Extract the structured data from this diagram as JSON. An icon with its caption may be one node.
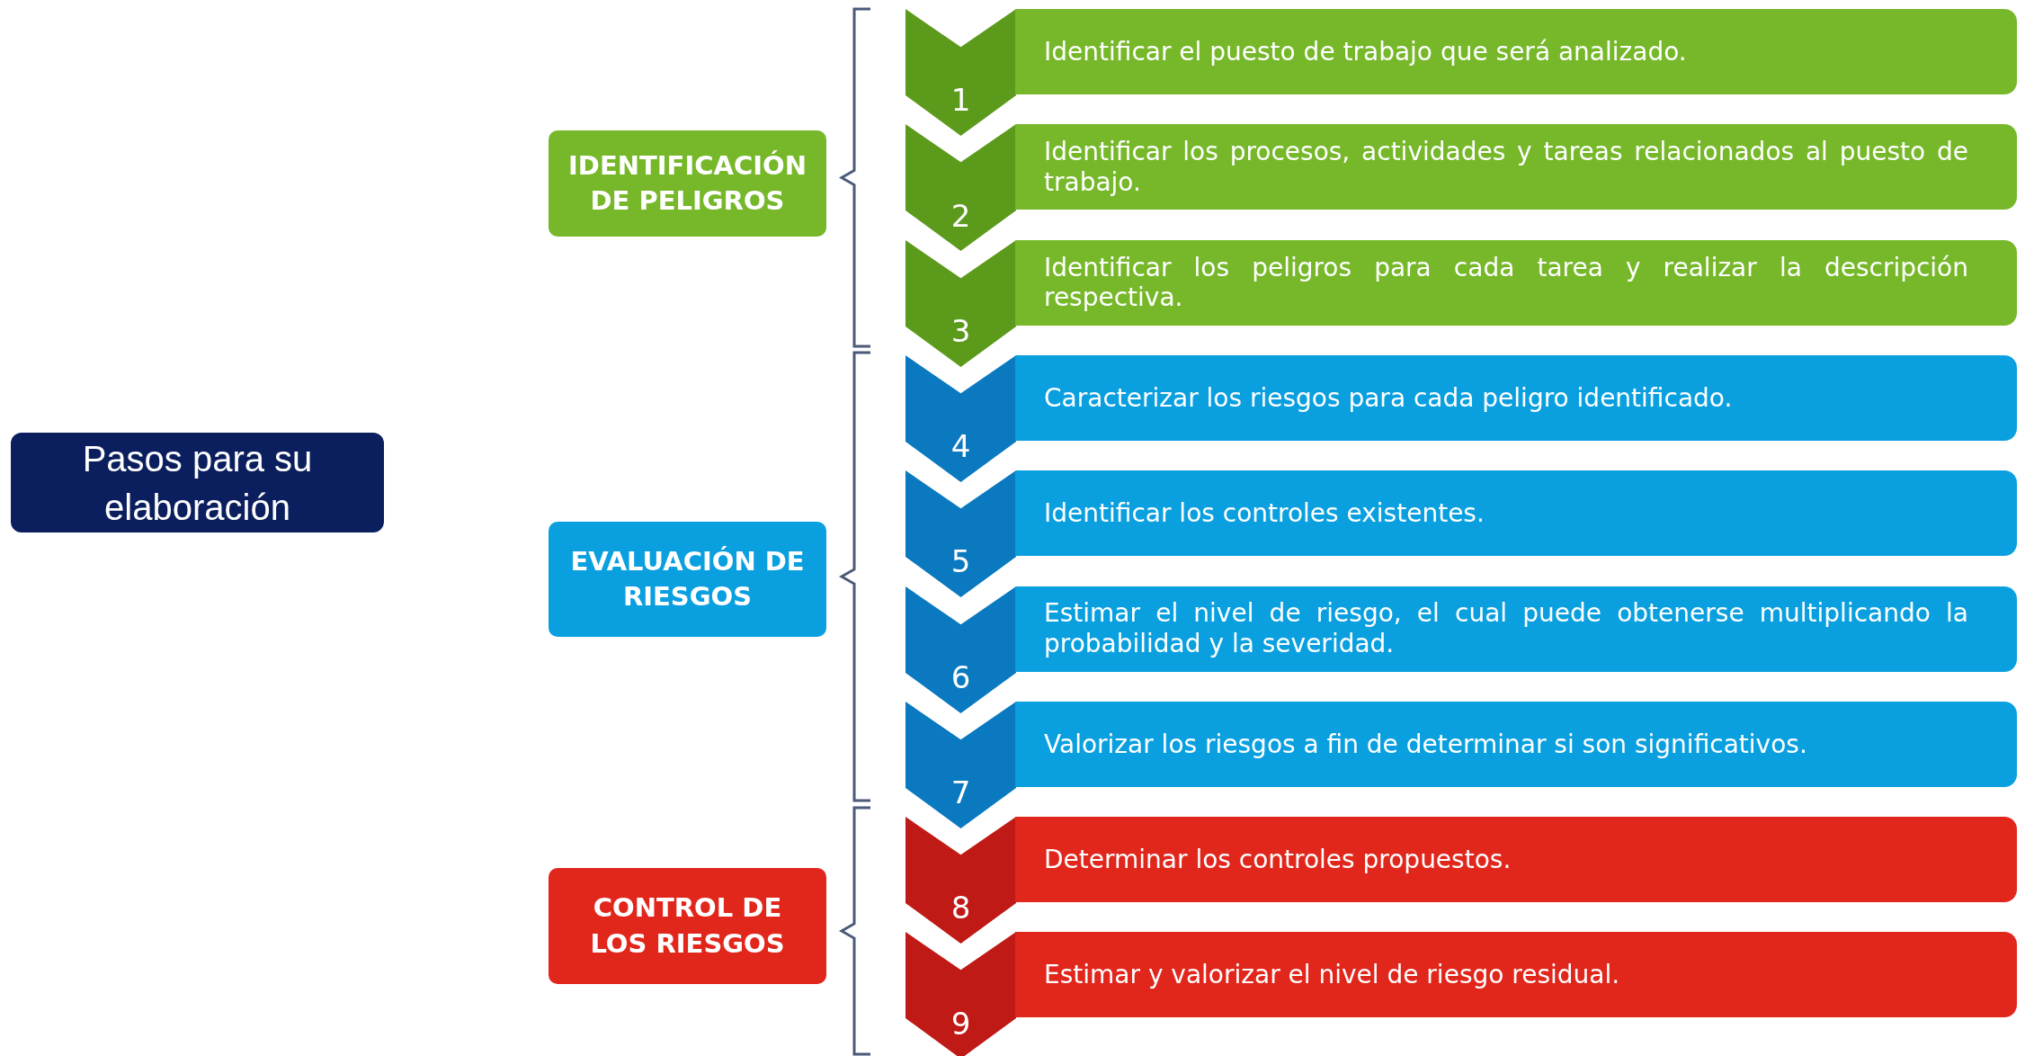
{
  "diagram": {
    "nodes": [
      {
        "text": [
          "Pasos para su elaboración"
        ]
      },
      {
        "text": [
          "IDENTIFICACIÓN DE PELIGROS"
        ]
      },
      {
        "text": [
          "1"
        ]
      },
      {
        "text": [
          "Identificar el puesto de trabajo que será analizado."
        ]
      },
      {
        "text": [
          "2"
        ]
      },
      {
        "text": [
          "Identificar los procesos, actividades y tareas relacionados al puesto de trabajo."
        ]
      },
      {
        "text": [
          "3"
        ]
      },
      {
        "text": [
          "Identificar los peligros para cada tarea y realizar la descripción respectiva."
        ]
      },
      {
        "text": [
          "EVALUACIÓN DE RIESGOS"
        ]
      },
      {
        "text": [
          "4"
        ]
      },
      {
        "text": [
          "Caracterizar los riesgos para cada peligro identificado."
        ]
      },
      {
        "text": [
          "5"
        ]
      },
      {
        "text": [
          "Identificar los controles existentes."
        ]
      },
      {
        "text": [
          "6"
        ]
      },
      {
        "text": [
          "Estimar el nivel de riesgo, el cual puede obtenerse multiplicando la probabilidad y la severidad."
        ]
      },
      {
        "text": [
          "7"
        ]
      },
      {
        "text": [
          "Valorizar los riesgos a fin de determinar si son significativos."
        ]
      },
      {
        "text": [
          "CONTROL DE LOS RIESGOS"
        ]
      },
      {
        "text": [
          "8"
        ]
      },
      {
        "text": [
          "Determinar los controles propuestos."
        ]
      },
      {
        "text": [
          "9"
        ]
      },
      {
        "text": [
          "Estimar y valorizar el nivel de riesgo residual."
        ]
      }
    ],
    "edges": []
  }
}
